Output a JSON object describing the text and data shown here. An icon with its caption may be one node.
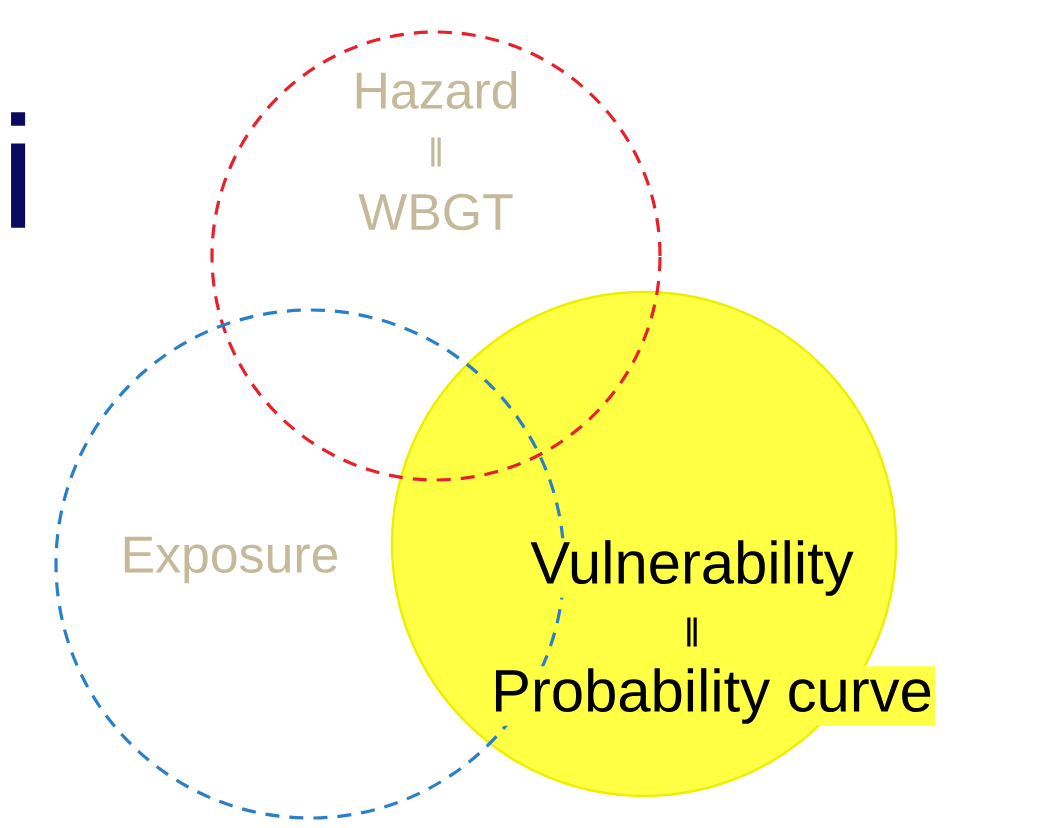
{
  "diagram": {
    "nodes": [
      {
        "text": [
          "Hazard",
          "‖",
          "WBGT"
        ]
      },
      {
        "text": [
          "Exposure"
        ]
      },
      {
        "text": [
          "Vulnerability",
          "‖",
          "Probability curve"
        ]
      }
    ],
    "labels": [
      "i"
    ]
  }
}
